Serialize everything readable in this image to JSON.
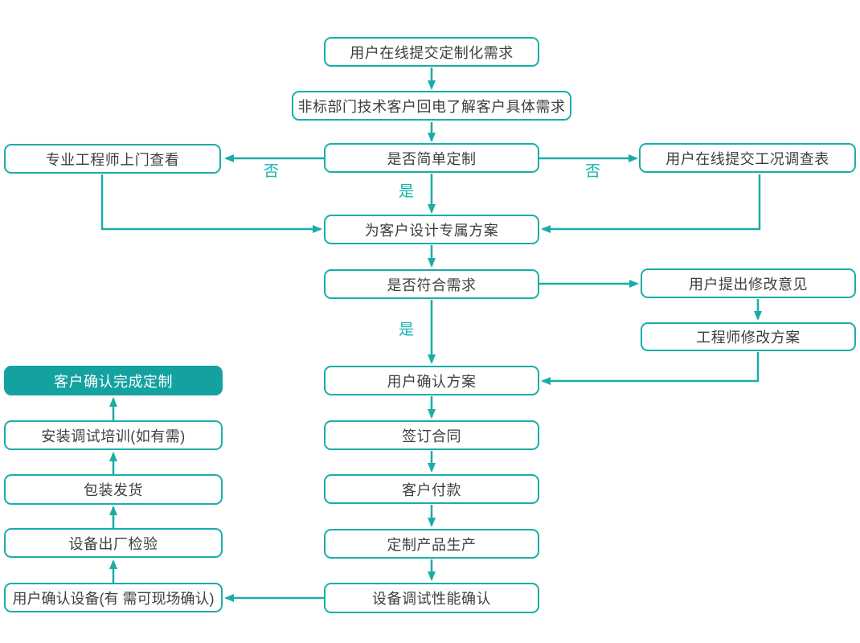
{
  "colors": {
    "accent": "#1AADA8",
    "highlight_fill": "#14A2A0",
    "highlight_text": "#ffffff",
    "text": "#3E3E3E",
    "label": "#11B3AE",
    "background": "#ffffff"
  },
  "flowchart": {
    "nodes": {
      "submit_request": "用户在线提交定制化需求",
      "callback": "非标部门技术客户回电了解客户具体需求",
      "decision_simple_custom": "是否简单定制",
      "engineer_visit": "专业工程师上门查看",
      "survey_form": "用户在线提交工况调查表",
      "design_plan": "为客户设计专属方案",
      "decision_meets_needs": "是否符合需求",
      "revision_feedback": "用户提出修改意见",
      "engineer_revise": "工程师修改方案",
      "confirm_plan": "用户确认方案",
      "sign_contract": "签订合同",
      "payment": "客户付款",
      "production": "定制产品生产",
      "debug_confirm": "设备调试性能确认",
      "complete": "客户确认完成定制",
      "training": "安装调试培训(如有需)",
      "shipping": "包装发货",
      "factory_inspection": "设备出厂检验",
      "device_confirm": "用户确认设备(有 需可现场确认)"
    },
    "labels": {
      "yes": "是",
      "no": "否"
    }
  }
}
